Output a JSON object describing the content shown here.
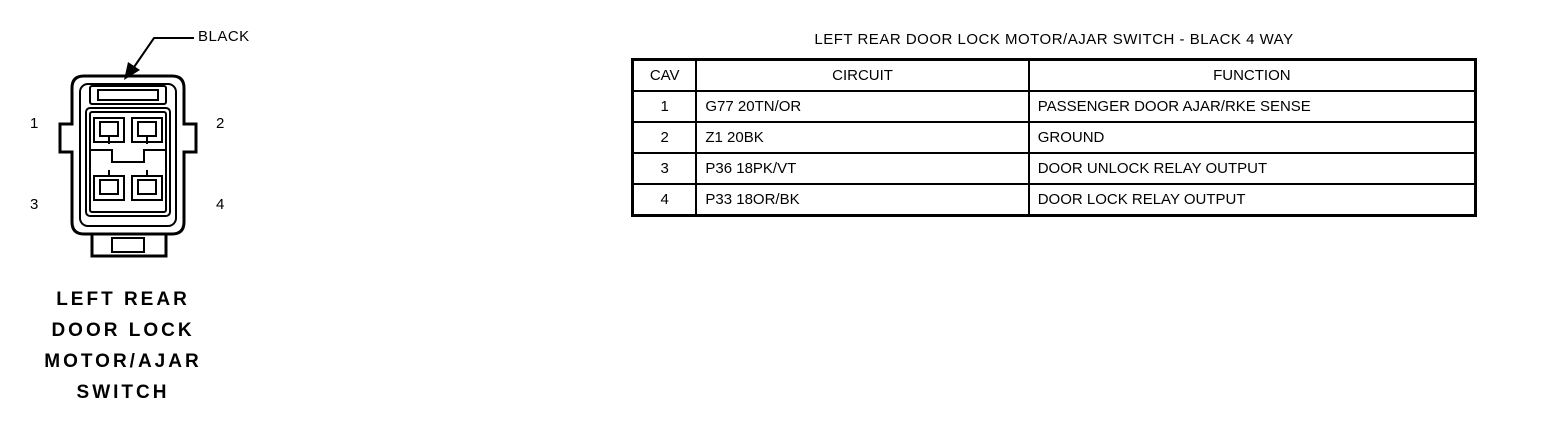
{
  "connector": {
    "color_label": "BLACK",
    "cavity_labels": [
      "1",
      "2",
      "3",
      "4"
    ],
    "name_lines": [
      "LEFT REAR",
      "DOOR LOCK",
      "MOTOR/AJAR",
      "SWITCH"
    ]
  },
  "table": {
    "title": "LEFT REAR DOOR LOCK MOTOR/AJAR SWITCH - BLACK 4 WAY",
    "headers": [
      "CAV",
      "CIRCUIT",
      "FUNCTION"
    ],
    "rows": [
      {
        "cav": "1",
        "circuit": "G77 20TN/OR",
        "function": "PASSENGER DOOR AJAR/RKE SENSE"
      },
      {
        "cav": "2",
        "circuit": "Z1 20BK",
        "function": "GROUND"
      },
      {
        "cav": "3",
        "circuit": "P36 18PK/VT",
        "function": "DOOR UNLOCK RELAY OUTPUT"
      },
      {
        "cav": "4",
        "circuit": "P33 18OR/BK",
        "function": "DOOR LOCK RELAY OUTPUT"
      }
    ]
  }
}
